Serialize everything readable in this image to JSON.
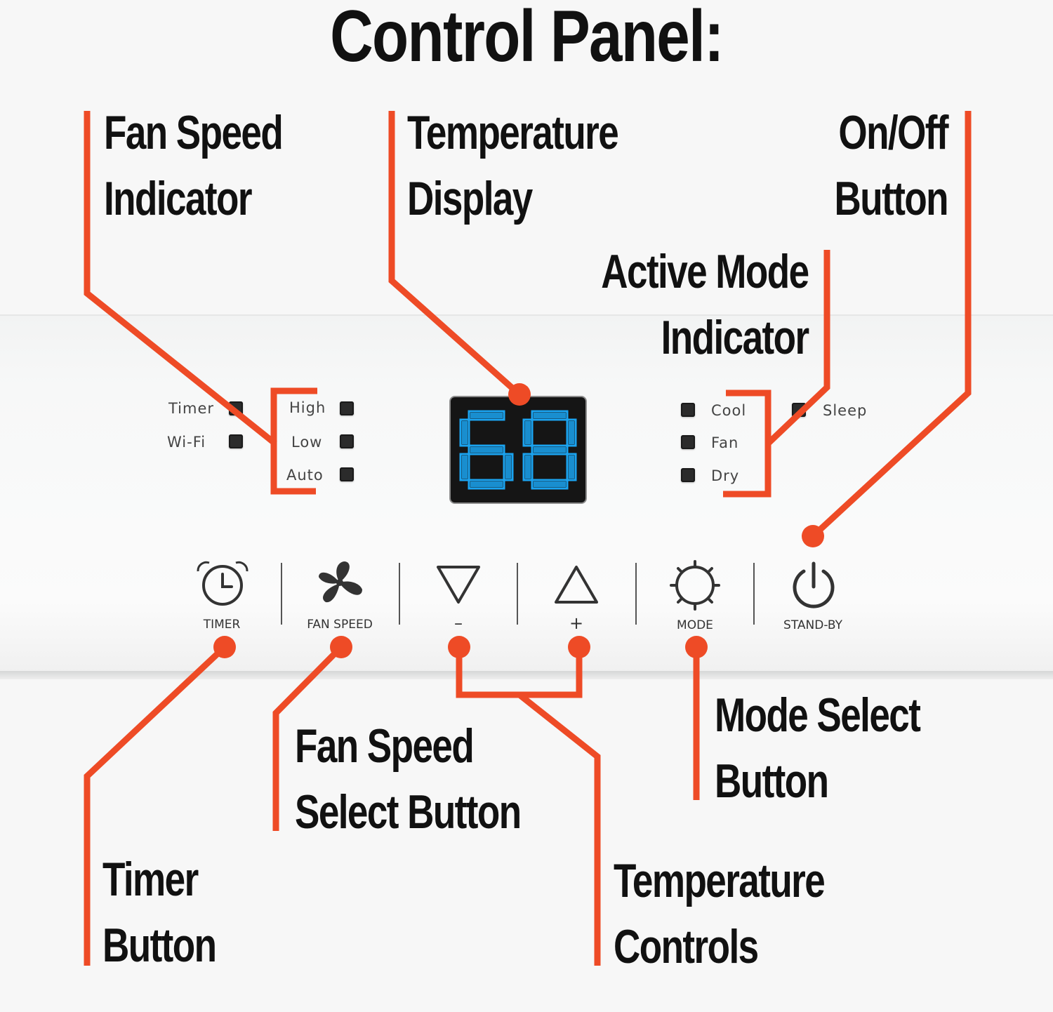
{
  "title": "Control Panel:",
  "callouts": {
    "fan_speed_indicator": [
      "Fan Speed",
      "Indicator"
    ],
    "temperature_display": [
      "Temperature",
      "Display"
    ],
    "on_off_button": [
      "On/Off",
      "Button"
    ],
    "active_mode_indicator": [
      "Active Mode",
      "Indicator"
    ],
    "fan_speed_select_button": [
      "Fan Speed",
      "Select Button"
    ],
    "mode_select_button": [
      "Mode Select",
      "Button"
    ],
    "timer_button": [
      "Timer",
      "Button"
    ],
    "temperature_controls": [
      "Temperature",
      "Controls"
    ]
  },
  "indicators": {
    "left": [
      "Timer",
      "Wi-Fi"
    ],
    "fan_speed": [
      "High",
      "Low",
      "Auto"
    ],
    "mode": [
      "Cool",
      "Fan",
      "Dry"
    ],
    "extra": [
      "Sleep"
    ]
  },
  "display": {
    "value": "68"
  },
  "buttons": {
    "timer": "TIMER",
    "fan_speed": "FAN SPEED",
    "temp_down": "–",
    "temp_up": "+",
    "mode": "MODE",
    "standby": "STAND-BY"
  },
  "colors": {
    "callout": "#ee4b26",
    "display_digits": "#1aa3f0",
    "display_bg": "#151515",
    "text": "#111111"
  },
  "icons": [
    "alarm-clock-icon",
    "fan-icon",
    "down-triangle-icon",
    "up-triangle-icon",
    "sun-icon",
    "power-icon"
  ]
}
